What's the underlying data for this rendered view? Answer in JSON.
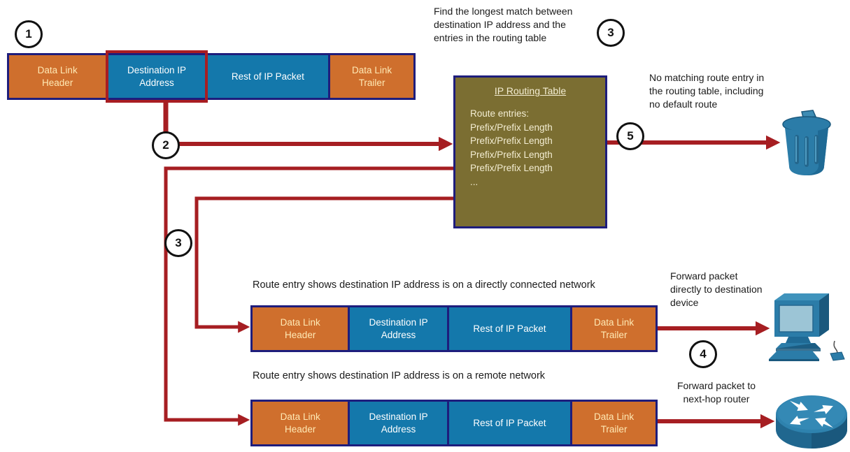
{
  "title": "IP packet routing decision diagram",
  "steps": {
    "one": "1",
    "two": "2",
    "three": "3",
    "four": "4",
    "five": "5"
  },
  "annotations": {
    "find_longest_match": "Find the longest match between\ndestination IP address and the\nentries in the routing table",
    "no_matching_route": "No matching route entry in\nthe routing table, including\nno default route",
    "directly_connected_label": "Route entry shows destination IP address is on a directly connected network",
    "remote_network_label": "Route entry shows destination IP address is on a remote network",
    "forward_directly": "Forward packet\ndirectly to destination\ndevice",
    "forward_next_hop": "Forward packet to\nnext-hop router"
  },
  "routing_table": {
    "title": "IP Routing Table",
    "entries_label": "Route entries:",
    "entries": [
      "Prefix/Prefix Length",
      "Prefix/Prefix Length",
      "Prefix/Prefix Length",
      "Prefix/Prefix Length",
      "..."
    ]
  },
  "packet": {
    "segments": [
      {
        "label": "Data Link\nHeader",
        "type": "orange"
      },
      {
        "label": "Destination IP\nAddress",
        "type": "blue"
      },
      {
        "label": "Rest of IP Packet",
        "type": "blue"
      },
      {
        "label": "Data Link\nTrailer",
        "type": "orange"
      }
    ]
  },
  "icons": {
    "trash": "trash-can-icon",
    "computer": "desktop-computer-icon",
    "router": "router-icon"
  },
  "colors": {
    "segment_orange": "#cf6f2d",
    "segment_blue": "#1478ab",
    "navy_border": "#1e1d7c",
    "arrow_red": "#a61e22",
    "highlight_red": "#a81d22",
    "table_olive": "#7b6e32",
    "table_text": "#f3edd2",
    "orange_segment_text": "#ffe9b4",
    "icon_blue": "#2b7ca8"
  }
}
